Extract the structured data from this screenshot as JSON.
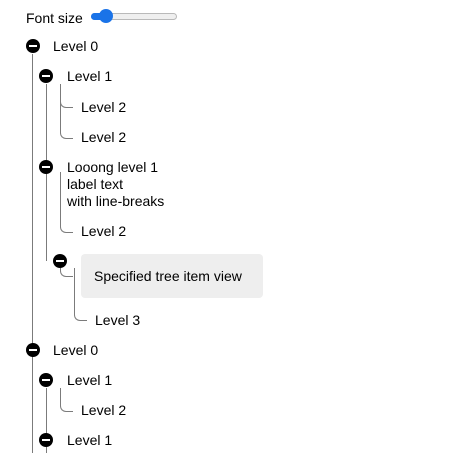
{
  "font_size_control": {
    "label": "Font size",
    "value_fraction": 0.12
  },
  "tree": {
    "nodes": [
      {
        "label": "Level 0",
        "level": 0,
        "expanded": true
      },
      {
        "label": "Level 1",
        "level": 1,
        "expanded": true
      },
      {
        "label": "Level 2",
        "level": 2
      },
      {
        "label": "Level 2",
        "level": 2
      },
      {
        "label_lines": [
          "Looong level 1",
          "label text",
          "with line-breaks"
        ],
        "level": 1,
        "expanded": true
      },
      {
        "label": "Level 2",
        "level": 2
      },
      {
        "label": "Specified tree item view",
        "level": 2,
        "expanded": true,
        "custom_view": true
      },
      {
        "label": "Level 3",
        "level": 3
      },
      {
        "label": "Level 0",
        "level": 0,
        "expanded": true
      },
      {
        "label": "Level 1",
        "level": 1,
        "expanded": true
      },
      {
        "label": "Level 2",
        "level": 2
      },
      {
        "label": "Level 1",
        "level": 1,
        "expanded": true
      }
    ]
  },
  "icons": {
    "toggle": "collapse-minus-icon"
  },
  "colors": {
    "accent": "#1a73e8",
    "connector": "#7b7b7b",
    "toggle": "#000000",
    "custom_view_bg": "#eeeeee"
  }
}
